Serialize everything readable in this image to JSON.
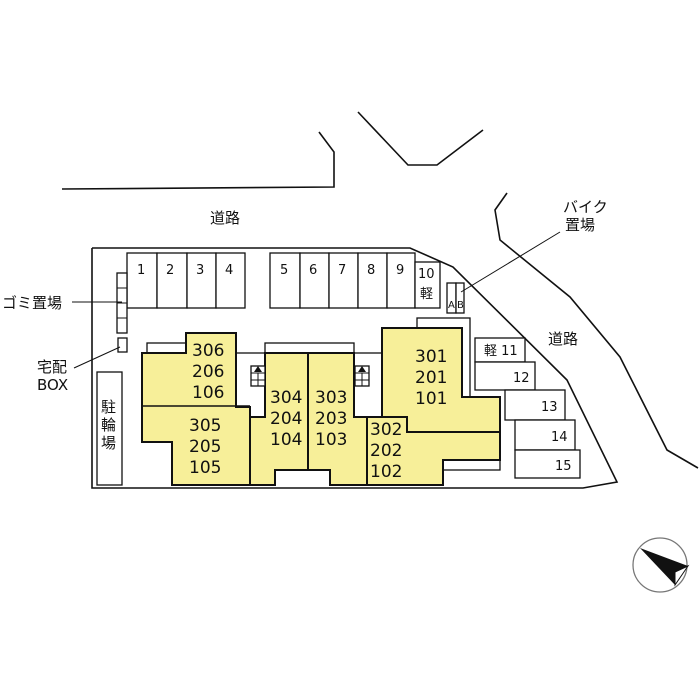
{
  "labels": {
    "road_top": "道路",
    "road_right": "道路",
    "bike_parking": [
      "バイク",
      "置場"
    ],
    "garbage": "ゴミ置場",
    "delivery_box": [
      "宅配",
      "BOX"
    ],
    "bicycle_parking": [
      "駐",
      "輪",
      "場"
    ]
  },
  "parking": [
    "1",
    "2",
    "3",
    "4",
    "5",
    "6",
    "7",
    "8",
    "9",
    "10",
    "軽",
    "軽 11",
    "12",
    "13",
    "14",
    "15"
  ],
  "bike_slots": [
    "A",
    "B"
  ],
  "units": {
    "u306": [
      "306",
      "206",
      "106"
    ],
    "u305": [
      "305",
      "205",
      "105"
    ],
    "u304": [
      "304",
      "204",
      "104"
    ],
    "u303": [
      "303",
      "203",
      "103"
    ],
    "u301": [
      "301",
      "201",
      "101"
    ],
    "u302": [
      "302",
      "202",
      "102"
    ]
  },
  "colors": {
    "building": "#f7ef99"
  }
}
